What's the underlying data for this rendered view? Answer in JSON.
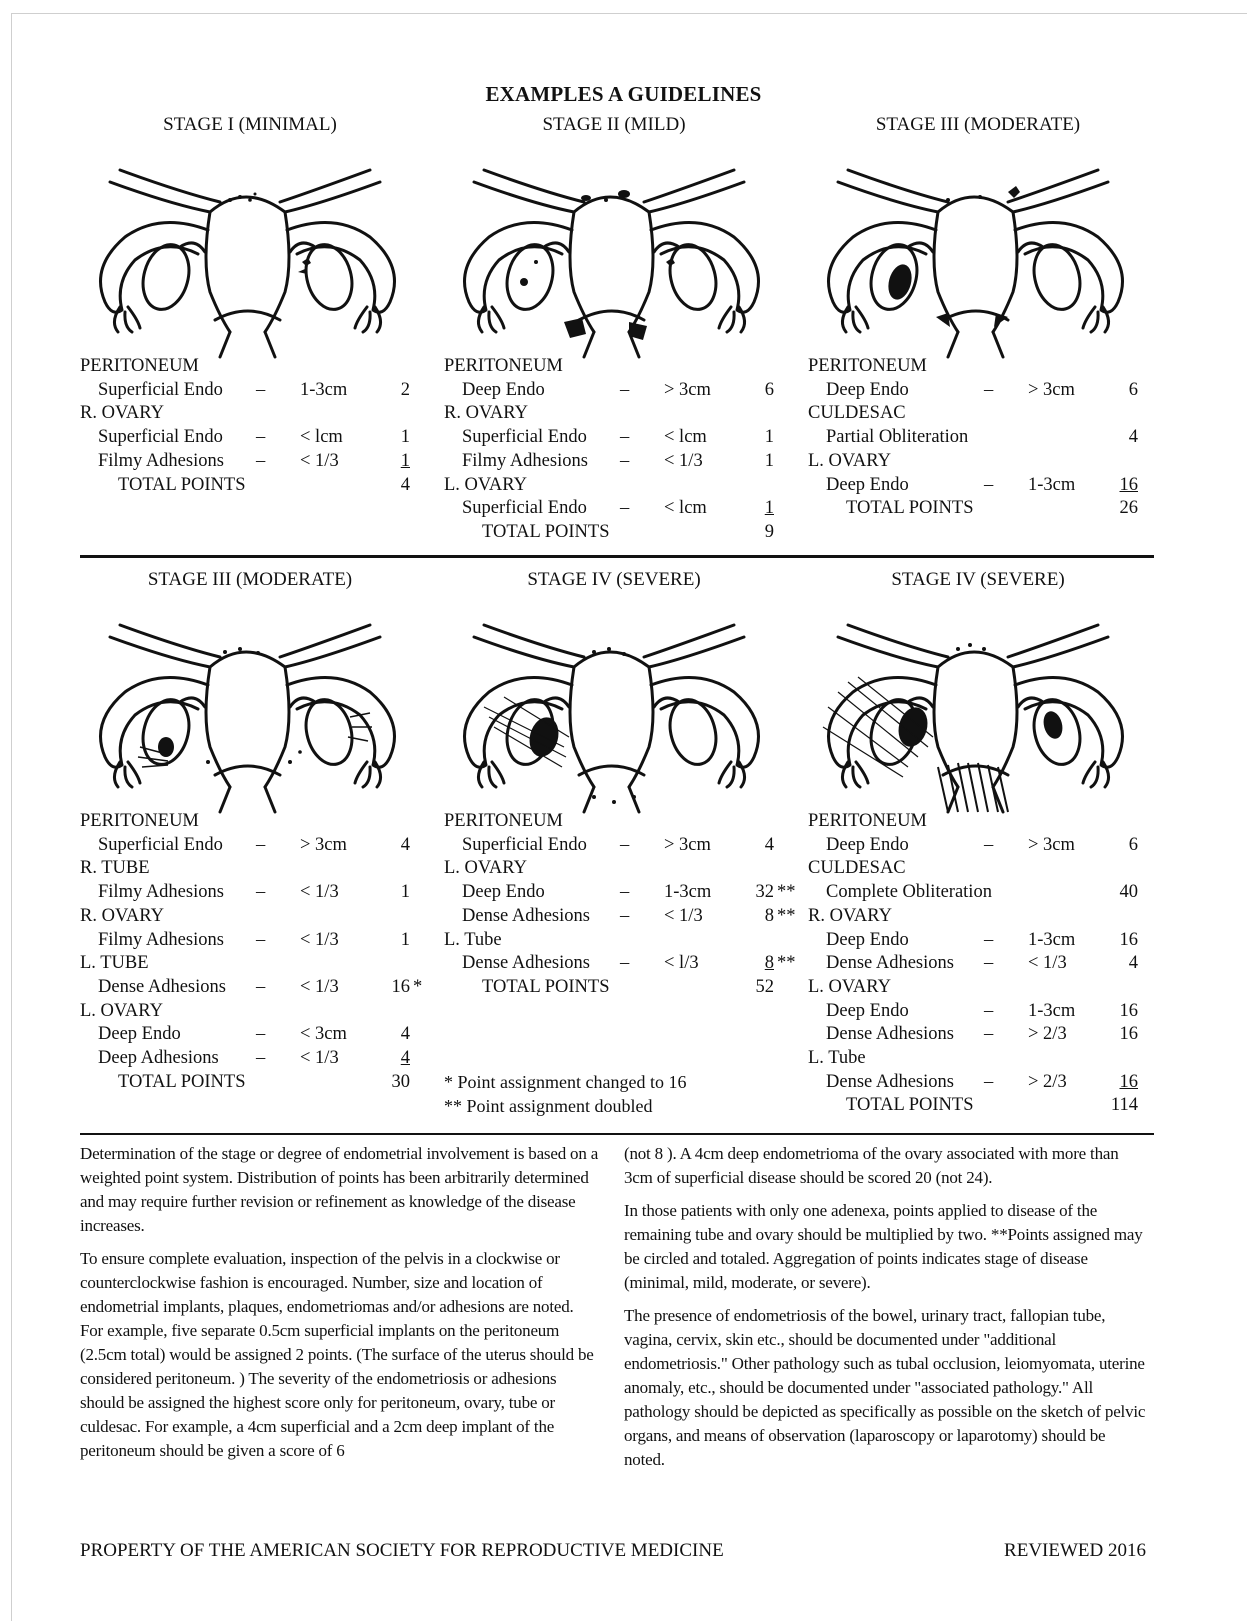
{
  "title": "EXAMPLES A GUIDELINES",
  "panels": [
    {
      "stage": "STAGE I (MINIMAL)",
      "rows": [
        {
          "type": "cat",
          "label": "PERITONEUM"
        },
        {
          "type": "item",
          "label": "Superficial Endo",
          "dash": "–",
          "size": "1-3cm",
          "points": "2"
        },
        {
          "type": "cat",
          "label": "R. OVARY"
        },
        {
          "type": "item",
          "label": "Superficial Endo",
          "dash": "–",
          "size": "< lcm",
          "points": "1"
        },
        {
          "type": "item",
          "label": "Filmy Adhesions",
          "dash": "–",
          "size": "< 1/3",
          "points": "1",
          "underline": true
        },
        {
          "type": "total",
          "label": "TOTAL POINTS",
          "points": "4"
        }
      ]
    },
    {
      "stage": "STAGE II (MILD)",
      "rows": [
        {
          "type": "cat",
          "label": "PERITONEUM"
        },
        {
          "type": "item",
          "label": "Deep Endo",
          "dash": "–",
          "size": "> 3cm",
          "points": "6"
        },
        {
          "type": "cat",
          "label": "R. OVARY"
        },
        {
          "type": "item",
          "label": "Superficial Endo",
          "dash": "–",
          "size": "< lcm",
          "points": "1"
        },
        {
          "type": "item",
          "label": "Filmy Adhesions",
          "dash": "–",
          "size": "< 1/3",
          "points": "1"
        },
        {
          "type": "cat",
          "label": "L. OVARY"
        },
        {
          "type": "item",
          "label": "Superficial Endo",
          "dash": "–",
          "size": "< lcm",
          "points": "1",
          "underline": true
        },
        {
          "type": "total",
          "label": "TOTAL POINTS",
          "points": "9"
        }
      ]
    },
    {
      "stage": "STAGE III (MODERATE)",
      "rows": [
        {
          "type": "cat",
          "label": "PERITONEUM"
        },
        {
          "type": "item",
          "label": "Deep Endo",
          "dash": "–",
          "size": "> 3cm",
          "points": "6"
        },
        {
          "type": "cat",
          "label": "CULDESAC"
        },
        {
          "type": "item",
          "label": "Partial Obliteration",
          "dash": "",
          "size": "",
          "points": "4"
        },
        {
          "type": "cat",
          "label": "L. OVARY"
        },
        {
          "type": "item",
          "label": "Deep Endo",
          "dash": "–",
          "size": "1-3cm",
          "points": "16",
          "underline": true
        },
        {
          "type": "total",
          "label": "TOTAL POINTS",
          "points": "26"
        }
      ]
    },
    {
      "stage": "STAGE III (MODERATE)",
      "rows": [
        {
          "type": "cat",
          "label": "PERITONEUM"
        },
        {
          "type": "item",
          "label": "Superficial Endo",
          "dash": "–",
          "size": "> 3cm",
          "points": "4"
        },
        {
          "type": "cat",
          "label": "R. TUBE"
        },
        {
          "type": "item",
          "label": "Filmy Adhesions",
          "dash": "–",
          "size": "< 1/3",
          "points": "1"
        },
        {
          "type": "cat",
          "label": "R. OVARY"
        },
        {
          "type": "item",
          "label": "Filmy Adhesions",
          "dash": "–",
          "size": "< 1/3",
          "points": "1"
        },
        {
          "type": "cat",
          "label": "L. TUBE"
        },
        {
          "type": "item",
          "label": "Dense Adhesions",
          "dash": "–",
          "size": "< 1/3",
          "points": "16",
          "mark": "*"
        },
        {
          "type": "cat",
          "label": "L. OVARY"
        },
        {
          "type": "item",
          "label": "Deep Endo",
          "dash": "–",
          "size": "< 3cm",
          "points": "4"
        },
        {
          "type": "item",
          "label": "Deep Adhesions",
          "dash": "–",
          "size": "< 1/3",
          "points": "4",
          "underline": true
        },
        {
          "type": "total",
          "label": "TOTAL POINTS",
          "points": "30"
        }
      ]
    },
    {
      "stage": "STAGE IV (SEVERE)",
      "rows": [
        {
          "type": "cat",
          "label": "PERITONEUM"
        },
        {
          "type": "item",
          "label": "Superficial Endo",
          "dash": "–",
          "size": "> 3cm",
          "points": "4"
        },
        {
          "type": "cat",
          "label": "L. OVARY"
        },
        {
          "type": "item",
          "label": "Deep Endo",
          "dash": "–",
          "size": "1-3cm",
          "points": "32",
          "mark": "**"
        },
        {
          "type": "item",
          "label": "Dense Adhesions",
          "dash": "–",
          "size": "< 1/3",
          "points": "8",
          "mark": "**"
        },
        {
          "type": "cat",
          "label": "L. Tube"
        },
        {
          "type": "item",
          "label": "Dense Adhesions",
          "dash": "–",
          "size": "< l/3",
          "points": "8",
          "mark": "**",
          "underline": true
        },
        {
          "type": "total",
          "label": "TOTAL POINTS",
          "points": "52"
        }
      ]
    },
    {
      "stage": "STAGE IV (SEVERE)",
      "rows": [
        {
          "type": "cat",
          "label": "PERITONEUM"
        },
        {
          "type": "item",
          "label": "Deep Endo",
          "dash": "–",
          "size": "> 3cm",
          "points": "6"
        },
        {
          "type": "cat",
          "label": "CULDESAC"
        },
        {
          "type": "item",
          "label": "Complete Obliteration",
          "dash": "",
          "size": "",
          "points": "40"
        },
        {
          "type": "cat",
          "label": "R. OVARY"
        },
        {
          "type": "item",
          "label": "Deep Endo",
          "dash": "–",
          "size": "1-3cm",
          "points": "16"
        },
        {
          "type": "item",
          "label": "Dense Adhesions",
          "dash": "–",
          "size": "< 1/3",
          "points": "4"
        },
        {
          "type": "cat",
          "label": "L. OVARY"
        },
        {
          "type": "item",
          "label": "Deep Endo",
          "dash": "–",
          "size": "1-3cm",
          "points": "16"
        },
        {
          "type": "item",
          "label": "Dense Adhesions",
          "dash": "–",
          "size": "> 2/3",
          "points": "16"
        },
        {
          "type": "cat",
          "label": "L. Tube"
        },
        {
          "type": "item",
          "label": "Dense Adhesions",
          "dash": "–",
          "size": "> 2/3",
          "points": "16",
          "underline": true
        },
        {
          "type": "total",
          "label": "TOTAL POINTS",
          "points": "114"
        }
      ]
    }
  ],
  "notes": {
    "changed": "* Point assignment changed to 16",
    "doubled": "** Point assignment doubled"
  },
  "text_left": [
    "Determination of the stage or degree of endometrial involvement is based on a weighted point system. Distribution of points has been arbitrarily determined and may require further revision or refinement as knowledge of the disease increases.",
    "To ensure complete evaluation, inspection of the pelvis in a clockwise or counterclockwise fashion is encouraged. Number, size and location of endometrial implants, plaques, endometriomas and/or adhesions are noted. For example, five separate 0.5cm superficial implants on the peritoneum (2.5cm total) would be assigned 2 points. (The surface of the uterus should be considered peritoneum. ) The severity of the endometriosis or adhesions should be assigned the highest score only for peritoneum, ovary, tube or culdesac. For example, a 4cm superficial and a 2cm deep implant of the peritoneum should be given a score of 6"
  ],
  "text_right": [
    "(not 8 ). A 4cm deep endometrioma of the ovary associated with more than 3cm of superficial disease should be scored 20 (not 24).",
    "In those patients with only one adenexa, points applied to disease of the remaining tube and ovary should be multiplied by two. **Points assigned may be circled and totaled. Aggregation of points indicates stage of disease (minimal, mild, moderate, or severe).",
    "The presence of endometriosis of the bowel, urinary tract, fallopian tube, vagina, cervix, skin etc., should be documented under \"additional endometriosis.\" Other pathology such as tubal occlusion, leiomyomata, uterine anomaly, etc., should be documented under \"associated pathology.\" All pathology should be depicted as specifically as possible on the sketch of pelvic organs, and means of observation (laparoscopy or laparotomy) should be noted."
  ],
  "footer": {
    "left": "PROPERTY OF THE AMERICAN SOCIETY FOR REPRODUCTIVE MEDICINE",
    "right": "REVIEWED 2016"
  }
}
